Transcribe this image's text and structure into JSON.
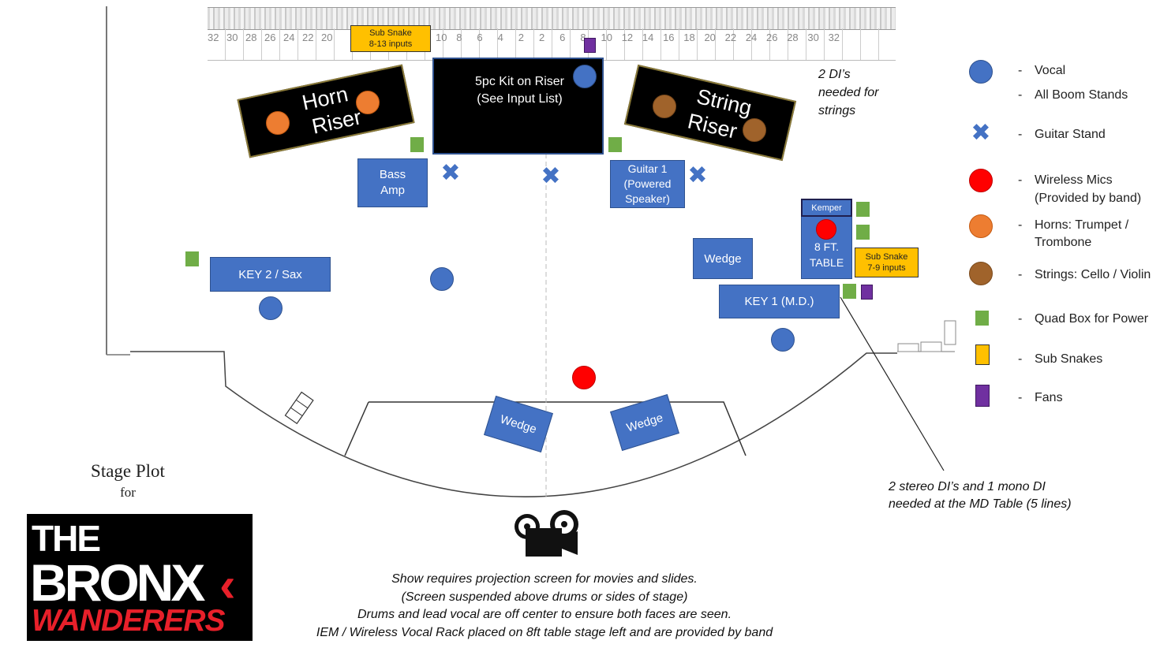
{
  "ruler": {
    "left_numbers": [
      "32",
      "30",
      "28",
      "26",
      "24",
      "22",
      "20"
    ],
    "mid_numbers": [
      "10",
      "8",
      "6",
      "4",
      "2",
      "2",
      "6",
      "8",
      "10",
      "12",
      "14",
      "16",
      "18",
      "20",
      "22",
      "24",
      "26",
      "28",
      "30",
      "32"
    ]
  },
  "sub_snake_top": {
    "line1": "Sub Snake",
    "line2": "8-13 inputs"
  },
  "sub_snake_right": {
    "line1": "Sub Snake",
    "line2": "7-9 inputs"
  },
  "horn_riser": {
    "line1": "Horn",
    "line2": "Riser"
  },
  "string_riser": {
    "line1": "String",
    "line2": "Riser"
  },
  "drum_riser": {
    "line1": "5pc Kit on Riser",
    "line2": "(See Input List)"
  },
  "di_note": {
    "line1": "2 DI’s",
    "line2": "needed for",
    "line3": "strings"
  },
  "bass_amp": {
    "line1": "Bass",
    "line2": "Amp"
  },
  "guitar1": {
    "line1": "Guitar 1",
    "line2": "(Powered",
    "line3": "Speaker)"
  },
  "kemper": "Kemper",
  "md_table": {
    "line1": "8 FT.",
    "line2": "TABLE"
  },
  "key2": "KEY 2 / Sax",
  "key1": "KEY 1 (M.D.)",
  "wedge_right": "Wedge",
  "wedge_front_left": "Wedge",
  "wedge_front_right": "Wedge",
  "md_note": {
    "line1": "2 stereo DI’s and 1 mono DI",
    "line2": "needed at the MD Table (5 lines)"
  },
  "bottom_notes": [
    "Show requires projection screen for movies and slides.",
    "(Screen suspended above drums or sides of stage)",
    "Drums and lead vocal are off center to ensure both faces are seen.",
    "IEM / Wireless Vocal Rack placed on 8ft table stage left and are provided by band"
  ],
  "title": {
    "line1": "Stage Plot",
    "line2": "for"
  },
  "logo": {
    "line1": "THE",
    "line2": "BRONX",
    "line3": "WANDERERS"
  },
  "legend": [
    {
      "icon": "blue-circle",
      "dash": "-",
      "text": "Vocal"
    },
    {
      "icon": "none",
      "dash": "-",
      "text": "All Boom Stands"
    },
    {
      "icon": "blue-cross",
      "dash": "-",
      "text": "Guitar Stand"
    },
    {
      "icon": "red-circle",
      "dash": "-",
      "text": "Wireless Mics",
      "text2": "(Provided by band)"
    },
    {
      "icon": "orange-circle",
      "dash": "-",
      "text": "Horns: Trumpet /",
      "text2": "Trombone"
    },
    {
      "icon": "brown-circle",
      "dash": "-",
      "text": "Strings: Cello / Violin"
    },
    {
      "icon": "green-square",
      "dash": "-",
      "text": "Quad Box for Power"
    },
    {
      "icon": "yellow-rect",
      "dash": "-",
      "text": "Sub Snakes"
    },
    {
      "icon": "purple-rect",
      "dash": "-",
      "text": "Fans"
    }
  ],
  "colors": {
    "vocal": "#4472c4",
    "horn": "#ed7d31",
    "string": "#a0632b",
    "wireless": "#ff0000",
    "quad_box": "#70ad47",
    "sub_snake": "#ffc000",
    "fan": "#7030a0",
    "logo_red": "#e8202a"
  }
}
